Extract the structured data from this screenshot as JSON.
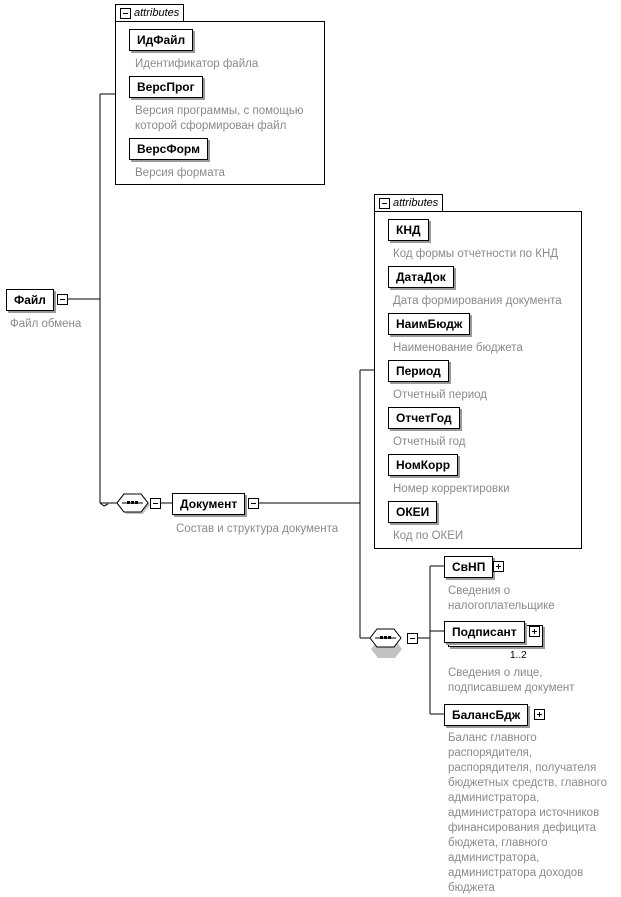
{
  "root": {
    "name": "Файл",
    "desc": "Файл обмена"
  },
  "file_attributes": {
    "tab": "attributes",
    "items": [
      {
        "name": "ИдФайл",
        "desc": "Идентификатор файла"
      },
      {
        "name": "ВерсПрог",
        "desc": "Версия программы, с помощью которой сформирован файл"
      },
      {
        "name": "ВерсФорм",
        "desc": "Версия формата"
      }
    ]
  },
  "document": {
    "name": "Документ",
    "desc": "Состав и структура документа"
  },
  "document_attributes": {
    "tab": "attributes",
    "items": [
      {
        "name": "КНД",
        "desc": "Код формы отчетности по КНД"
      },
      {
        "name": "ДатаДок",
        "desc": "Дата формирования документа"
      },
      {
        "name": "НаимБюдж",
        "desc": "Наименование бюджета"
      },
      {
        "name": "Период",
        "desc": "Отчетный период"
      },
      {
        "name": "ОтчетГод",
        "desc": "Отчетный год"
      },
      {
        "name": "НомКорр",
        "desc": "Номер корректировки"
      },
      {
        "name": "ОКЕИ",
        "desc": "Код по ОКЕИ"
      }
    ]
  },
  "children": [
    {
      "name": "СвНП",
      "desc": "Сведения о налогоплательщике"
    },
    {
      "name": "Подписант",
      "desc": "Сведения о лице, подписавшем документ",
      "cardinality": "1..2"
    },
    {
      "name": "БалансБдж",
      "desc": "Баланс главного распорядителя, распорядителя, получателя бюджетных средств, главного администратора, администратора источников финансирования дефицита бюджета, главного администратора, администратора доходов бюджета"
    }
  ]
}
